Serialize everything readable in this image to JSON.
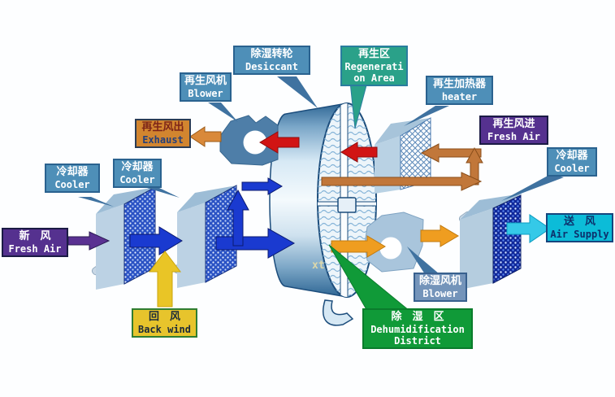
{
  "watermark": "xt",
  "labels": {
    "desiccant": {
      "zh": "除湿转轮",
      "en": "Desiccant"
    },
    "regen_blower": {
      "zh": "再生风机",
      "en": "Blower"
    },
    "exhaust": {
      "zh": "再生风出",
      "en": "Exhaust"
    },
    "cooler1": {
      "zh": "冷却器",
      "en": "Cooler"
    },
    "cooler2": {
      "zh": "冷却器",
      "en": "Cooler"
    },
    "fresh_air_in": {
      "zh": "新　风",
      "en": "Fresh Air"
    },
    "back_wind": {
      "zh": "回　风",
      "en": "Back wind"
    },
    "regen_area": {
      "zh": "再生区",
      "en": "Regenerati",
      "en2": "on Area"
    },
    "heater": {
      "zh": "再生加热器",
      "en": "heater"
    },
    "regen_fresh_air": {
      "zh": "再生风进",
      "en": "Fresh Air"
    },
    "cooler3": {
      "zh": "冷却器",
      "en": "Cooler"
    },
    "air_supply": {
      "zh": "送　风",
      "en": "Air Supply"
    },
    "dehum_blower": {
      "zh": "除湿风机",
      "en": "Blower"
    },
    "dehum_district": {
      "zh": "除　湿　区",
      "en": "Dehumidification",
      "en2": "District"
    }
  },
  "colors": {
    "label_blue": "#4e8fb8",
    "label_slate": "#7494ba",
    "label_teal": "#2aa189",
    "label_purple": "#55318f",
    "label_orange": "#d2852f",
    "label_yellow": "#e7c42c",
    "label_green": "#109a38",
    "label_cyan": "#0cbcd8",
    "arrow_blue": "#1a3ad0",
    "arrow_red": "#d11414",
    "arrow_orange": "#ef9d20",
    "arrow_brown": "#c1773a",
    "arrow_purple": "#5a3192",
    "arrow_yellow": "#e9c526",
    "arrow_cyan": "#35c9e8",
    "wheel_outline": "#1c4d7c"
  }
}
